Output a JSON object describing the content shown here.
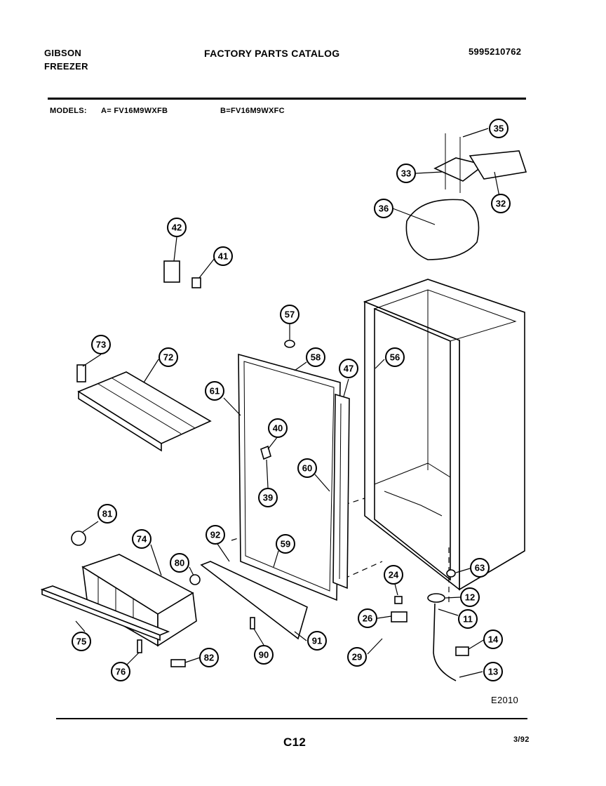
{
  "header": {
    "brand": "GIBSON",
    "product": "FREEZER",
    "title": "FACTORY PARTS CATALOG",
    "catalog_number": "5995210762"
  },
  "models": {
    "label": "MODELS:",
    "a": "A= FV16M9WXFB",
    "b": "B=FV16M9WXFC"
  },
  "callouts": [
    "35",
    "33",
    "32",
    "36",
    "42",
    "41",
    "57",
    "73",
    "72",
    "58",
    "47",
    "56",
    "61",
    "40",
    "60",
    "39",
    "81",
    "92",
    "74",
    "80",
    "59",
    "63",
    "24",
    "12",
    "26",
    "11",
    "14",
    "29",
    "13",
    "75",
    "91",
    "90",
    "82",
    "76"
  ],
  "figure_code": "E2010",
  "footer": {
    "page": "C12",
    "date": "3/92"
  }
}
